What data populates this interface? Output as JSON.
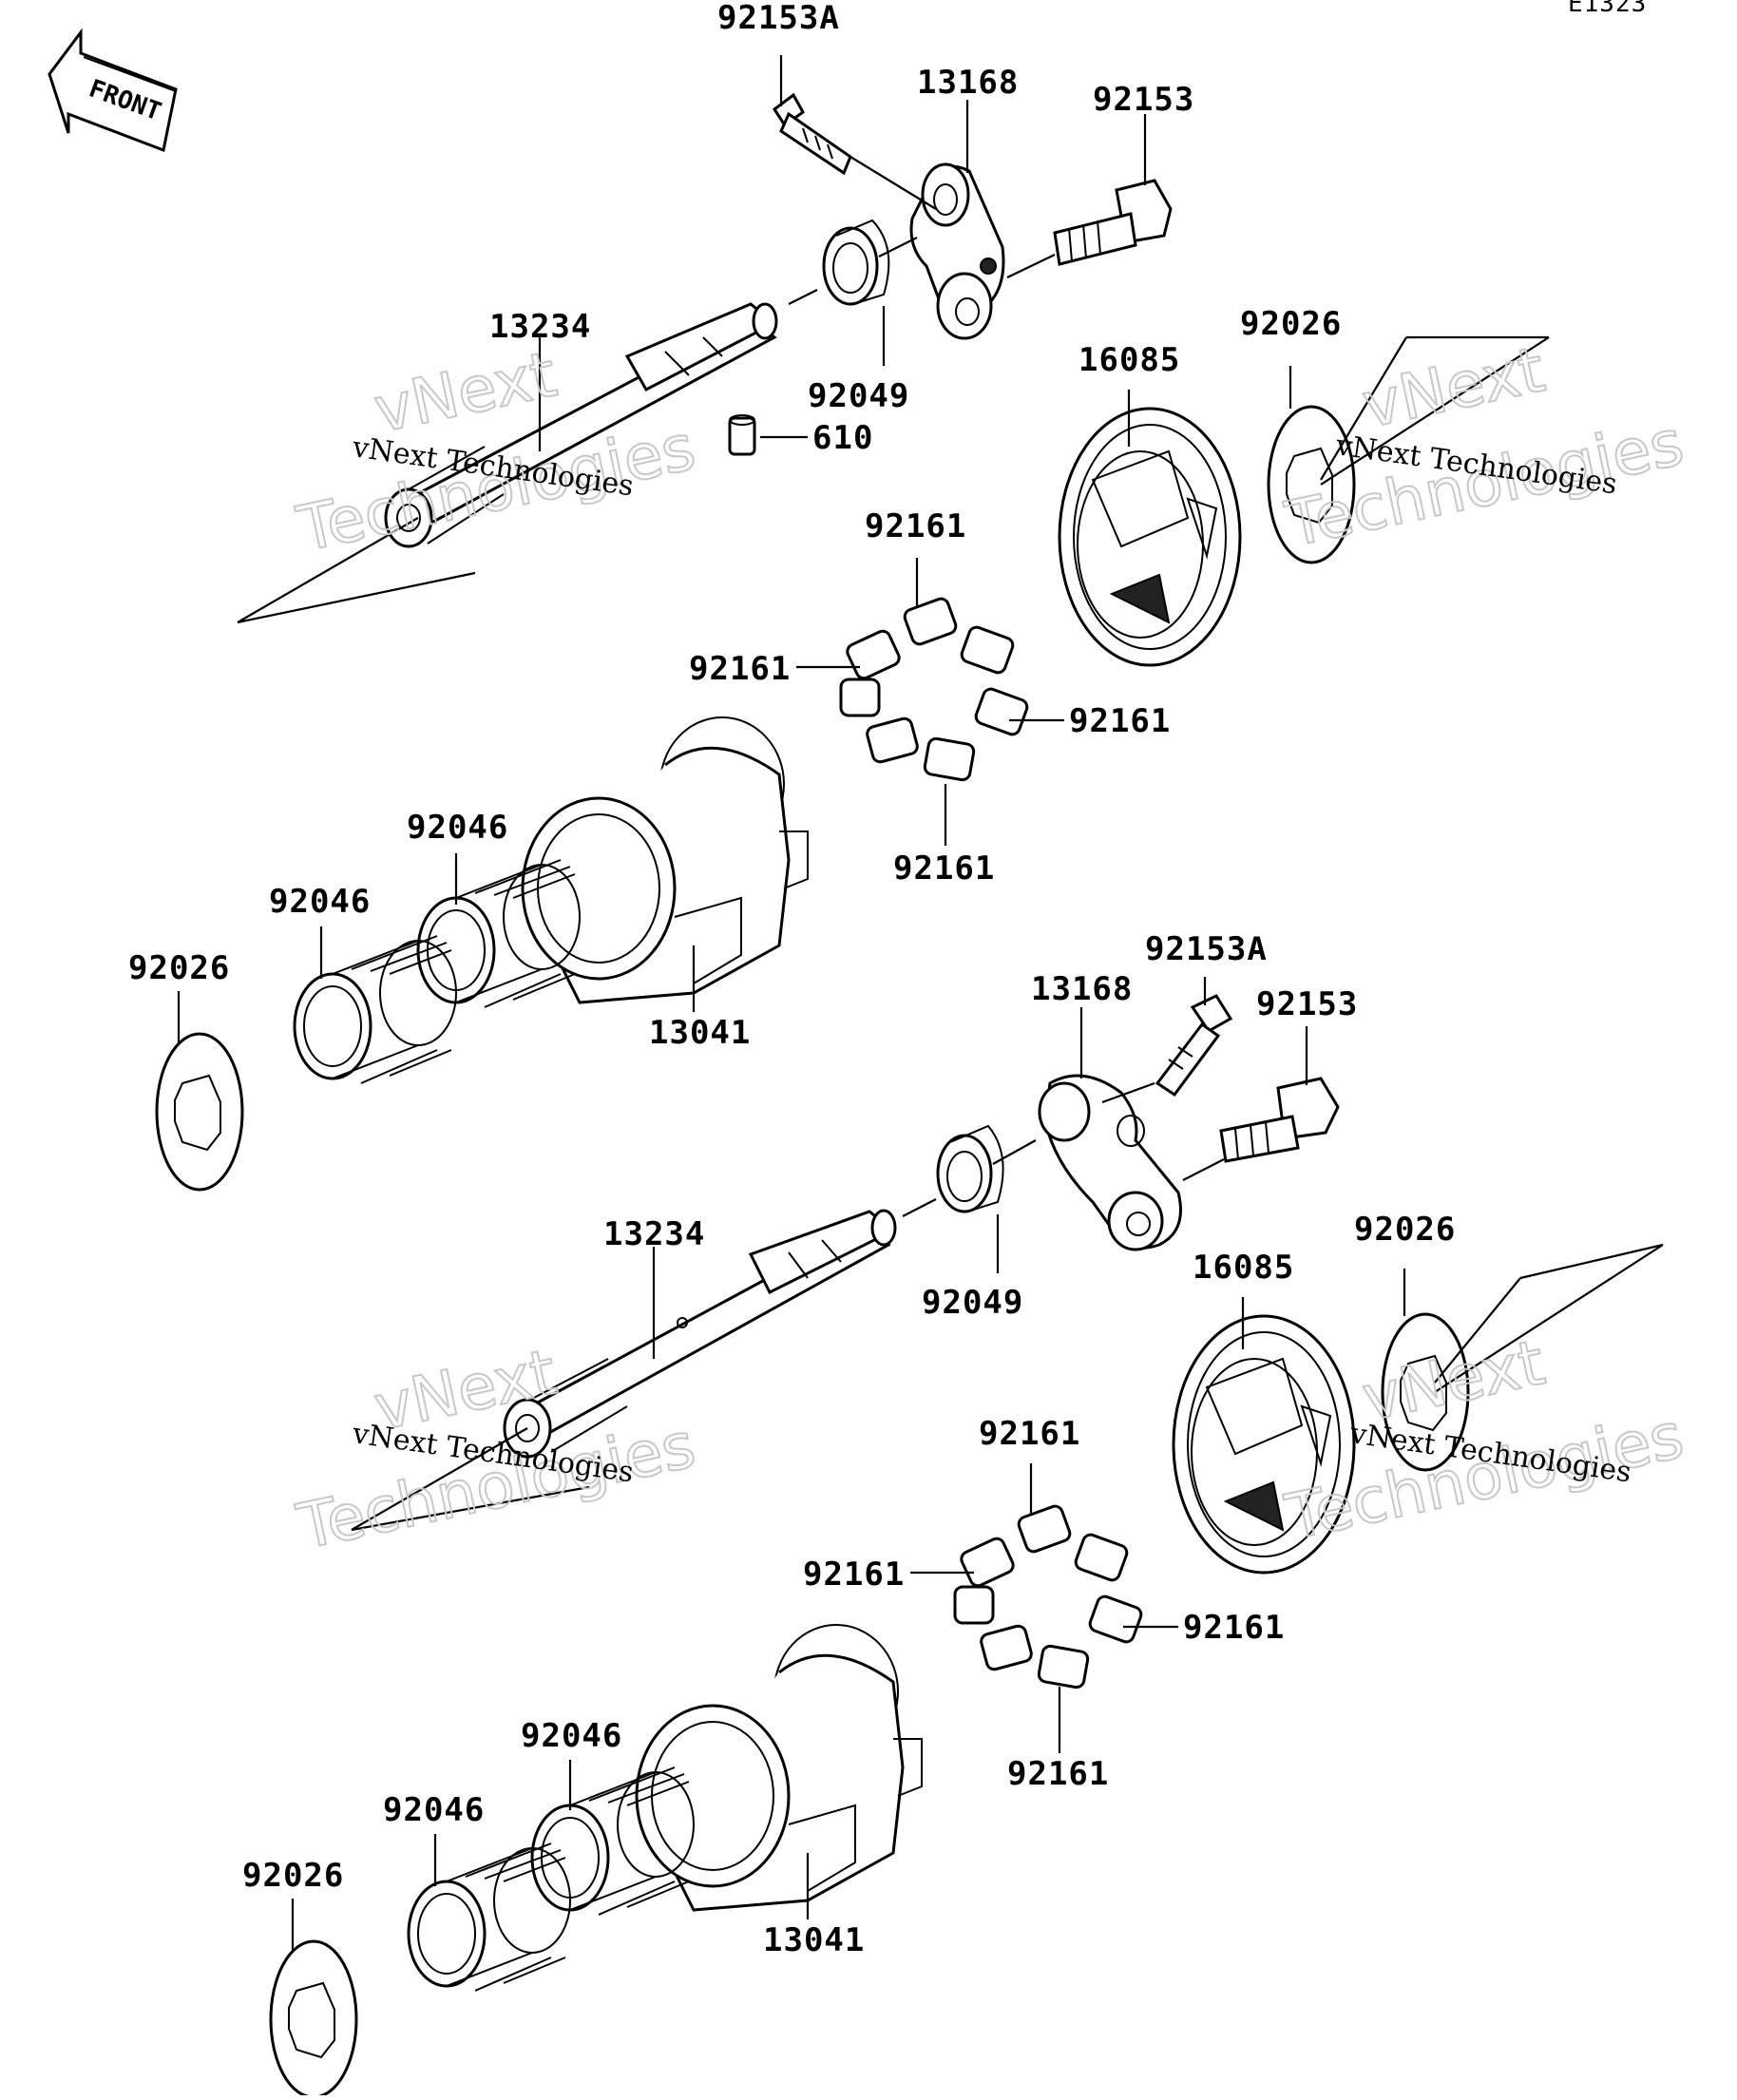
{
  "diagram_code": "E1323",
  "front_label": "FRONT",
  "watermark": {
    "small": "vNext Technologies",
    "big_line1": "vNext",
    "big_line2": "Technologies"
  },
  "callouts_upper": {
    "bolt_a": "92153A",
    "shift_lever": "13168",
    "bolt": "92153",
    "shaft": "13234",
    "seal": "92049",
    "pin": "610",
    "gear": "16085",
    "washer_right": "92026",
    "roller_top": "92161",
    "roller_left": "92161",
    "roller_right": "92161",
    "roller_bottom": "92161",
    "bearing_outer": "92046",
    "bearing_inner": "92046",
    "washer_left": "92026",
    "hub": "13041"
  },
  "callouts_lower": {
    "bolt_a": "92153A",
    "shift_lever": "13168",
    "bolt": "92153",
    "shaft": "13234",
    "seal": "92049",
    "gear": "16085",
    "washer_right": "92026",
    "roller_top": "92161",
    "roller_left": "92161",
    "roller_right": "92161",
    "roller_bottom": "92161",
    "bearing_outer": "92046",
    "bearing_inner": "92046",
    "washer_left": "92026",
    "hub": "13041"
  }
}
